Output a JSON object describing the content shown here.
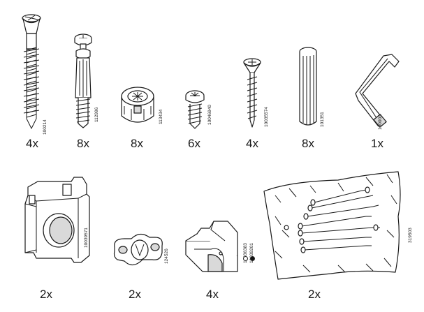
{
  "parts": [
    {
      "name": "long-screw",
      "code": "100214",
      "qty": "4x"
    },
    {
      "name": "cam-bolt",
      "code": "112996",
      "qty": "8x"
    },
    {
      "name": "cam-lock",
      "code": "113434",
      "qty": "8x"
    },
    {
      "name": "short-screw",
      "code": "10046940",
      "qty": "6x"
    },
    {
      "name": "wood-screw",
      "code": "10035574",
      "qty": "4x"
    },
    {
      "name": "wood-dowel",
      "code": "101351",
      "qty": "8x"
    },
    {
      "name": "allen-key",
      "code": "100001",
      "qty": "1x"
    },
    {
      "name": "wall-bracket",
      "code": "10039571",
      "qty": "2x"
    },
    {
      "name": "clip-fitting",
      "code": "124526",
      "qty": "2x"
    },
    {
      "name": "corner-cap",
      "codes": [
        "10036383",
        "10039201"
      ],
      "qty": "4x"
    },
    {
      "name": "nail-bag",
      "code": "319503",
      "qty": "2x"
    }
  ]
}
